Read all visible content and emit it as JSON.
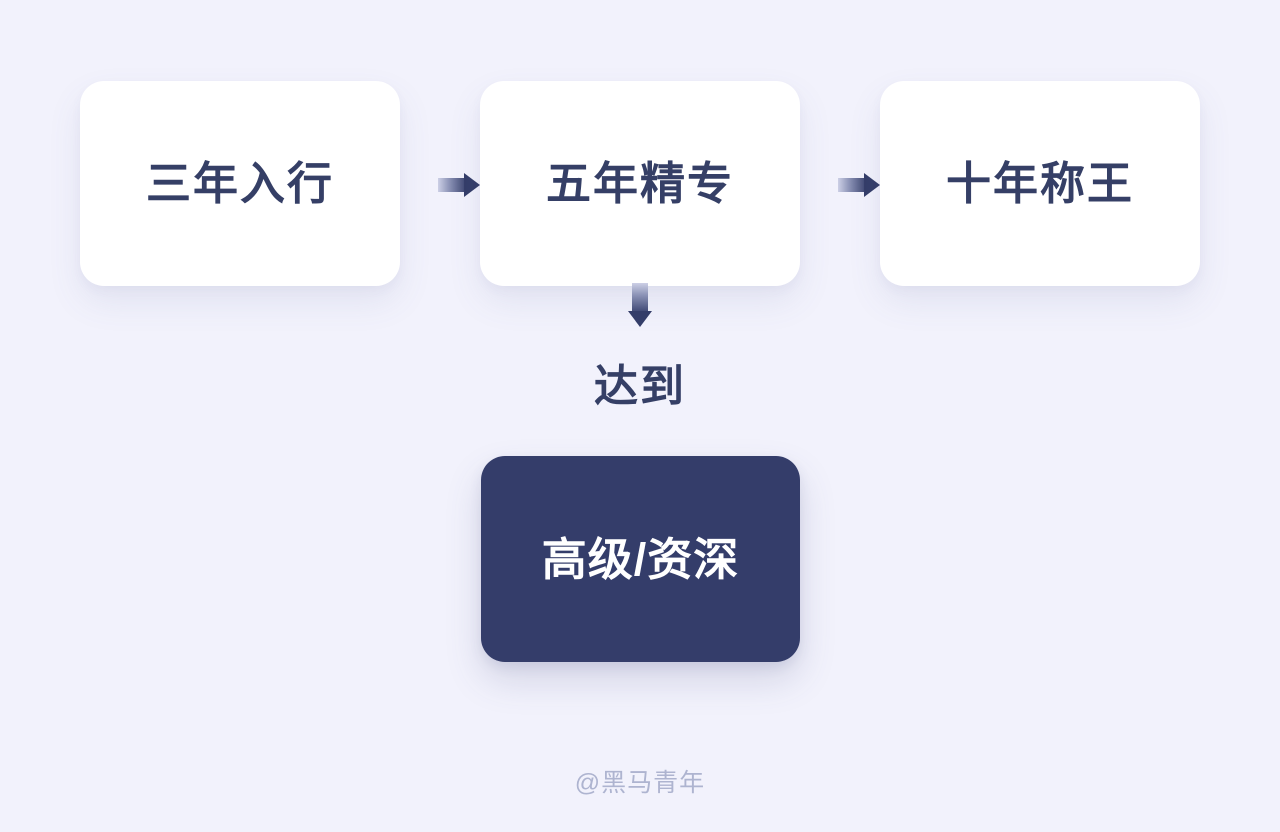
{
  "page": {
    "background_color": "#f2f2fc",
    "accent_color": "#343d6a",
    "text_color": "#353f66"
  },
  "flow": {
    "stages": [
      {
        "label": "三年入行"
      },
      {
        "label": "五年精专"
      },
      {
        "label": "十年称王"
      }
    ],
    "connector_caption": "达到",
    "result": {
      "label": "高级/资深",
      "background_color": "#343d6a",
      "text_color": "#ffffff"
    },
    "arrows": {
      "right_icon_name": "arrow-right-icon",
      "down_icon_name": "arrow-down-icon",
      "gradient_from": "#cdd0e6",
      "gradient_to": "#343d69"
    }
  },
  "footer": {
    "watermark": "@黑马青年"
  }
}
